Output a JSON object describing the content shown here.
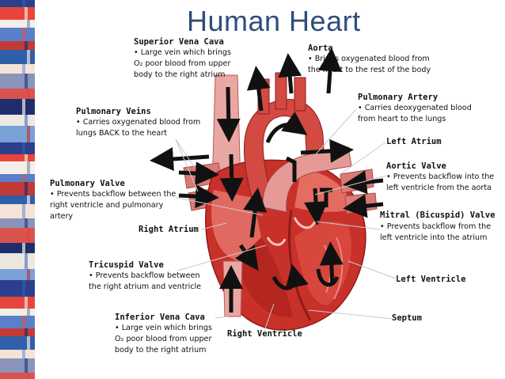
{
  "title": "Human Heart",
  "labels": {
    "svc": {
      "name": "Superior Vena Cava",
      "lines": [
        "• Large vein which brings",
        "O₂ poor blood from upper",
        "body to the right atrium"
      ]
    },
    "aorta": {
      "name": "Aorta",
      "lines": [
        "• Brings oxygenated blood  from",
        "the heart to the rest of the body"
      ]
    },
    "pulm_artery": {
      "name": "Pulmonary Artery",
      "lines": [
        "• Carries deoxygenated blood",
        "from heart to the lungs"
      ]
    },
    "pulm_veins": {
      "name": "Pulmonary Veins",
      "lines": [
        "• Carries oxygenated blood from",
        "lungs BACK to the heart"
      ]
    },
    "left_atrium": {
      "name": "Left Atrium"
    },
    "aortic_valve": {
      "name": "Aortic Valve",
      "lines": [
        "• Prevents backflow into the",
        "left ventricle from the aorta"
      ]
    },
    "pulm_valve": {
      "name": "Pulmonary Valve",
      "lines": [
        "• Prevents backflow between the",
        "right ventricle and pulmonary",
        "artery"
      ]
    },
    "mitral_valve": {
      "name": "Mitral (Bicuspid) Valve",
      "lines": [
        "•  Prevents  backflow from the",
        "left ventricle into the atrium"
      ]
    },
    "right_atrium": {
      "name": "Right Atrium"
    },
    "tricuspid": {
      "name": "Tricuspid Valve",
      "lines": [
        "• Prevents backflow between",
        "the right atrium and ventricle"
      ]
    },
    "left_ventricle": {
      "name": "Left Ventricle"
    },
    "ivc": {
      "name": "Inferior Vena Cava",
      "lines": [
        "• Large vein which brings",
        "O₂ poor blood from upper",
        "body to the right atrium"
      ]
    },
    "septum": {
      "name": "Septum"
    },
    "right_ventricle": {
      "name": "Right Ventricle"
    }
  },
  "colors": {
    "title": "#2f4e7a",
    "heart_red": "#c8302a",
    "vessel_pink": "#e59a98",
    "arrow": "#111111"
  }
}
